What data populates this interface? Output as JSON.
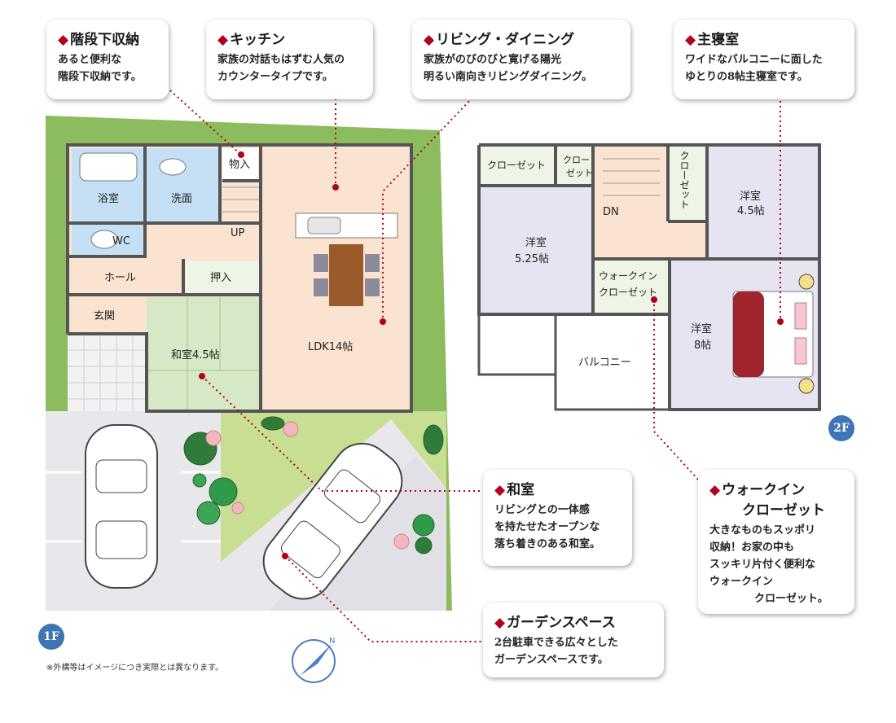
{
  "rooms_1f": {
    "stair_storage": "物入",
    "bath": "浴室",
    "washroom": "洗面",
    "wc": "WC",
    "up": "UP",
    "hall": "ホール",
    "closet": "押入",
    "entrance": "玄関",
    "washitsu": "和室4.5帖",
    "ldk": "LDK14帖"
  },
  "rooms_2f": {
    "closet_a": "クローゼット",
    "closet_b": "クロー\nゼット",
    "closet_c": "クローゼット",
    "dn": "DN",
    "room_a": "洋室",
    "room_a_size": "5.25帖",
    "room_b": "洋室",
    "room_b_size": "4.5帖",
    "walkin": "ウォークイン",
    "walkin2": "クローゼット",
    "balcony": "バルコニー",
    "master": "洋室",
    "master_size": "8帖"
  },
  "callouts": {
    "stair": {
      "title": "階段下収納",
      "line1": "あると便利な",
      "line2": "階段下収納です。"
    },
    "kitchen": {
      "title": "キッチン",
      "line1": "家族の対話もはずむ人気の",
      "line2": "カウンタータイプです。"
    },
    "living": {
      "title": "リビング・ダイニング",
      "line1": "家族がのびのびと寛げる陽光",
      "line2": "明るい南向きリビングダイニング。"
    },
    "master": {
      "title": "主寝室",
      "line1": "ワイドなバルコニーに面した",
      "line2": "ゆとりの8帖主寝室です。"
    },
    "washitsu": {
      "title": "和室",
      "line1": "リビングとの一体感",
      "line2": "を持たせたオープンな",
      "line3": "落ち着きのある和室。"
    },
    "garden": {
      "title": "ガーデンスペース",
      "line1": "2台駐車できる広々とした",
      "line2": "ガーデンスペースです。"
    },
    "walkin": {
      "title": "ウォークイン",
      "title2": "クローゼット",
      "line1": "大きなものもスッポリ",
      "line2": "収納！お家の中も",
      "line3": "スッキリ片付く便利な",
      "line4": "ウォークイン",
      "line5": "クローゼット。"
    }
  },
  "badges": {
    "floor1": "1F",
    "floor2": "2F"
  },
  "compass": {
    "label": "N"
  },
  "note": "※外構等はイメージにつき実際とは異なります。",
  "colors": {
    "marker": "#b3001b",
    "lawn": "#8cbc5e",
    "floor": "#fbe3d2",
    "bath": "#c5e0f4",
    "tatami": "#d6e8c6",
    "bedroom": "#e7e4f2",
    "badge": "#3f74b5"
  }
}
